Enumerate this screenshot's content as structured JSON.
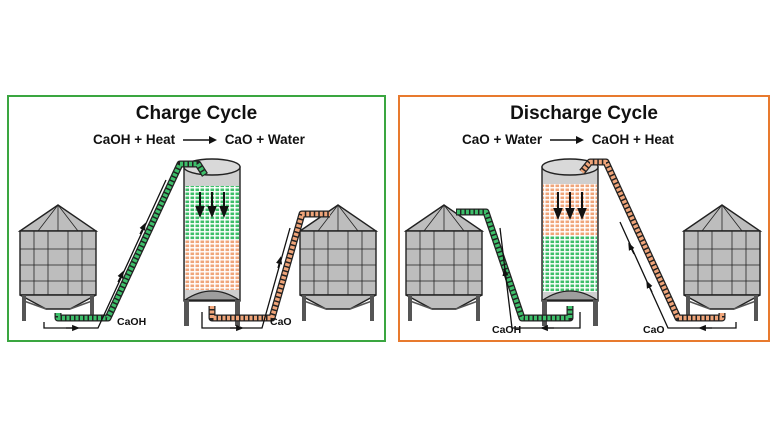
{
  "charge": {
    "title": "Charge Cycle",
    "eq_left": "CaOH + Heat",
    "eq_right": "CaO + Water",
    "label_hydroxide": "CaOH",
    "label_oxide": "CaO",
    "color": "#3aa640"
  },
  "discharge": {
    "title": "Discharge Cycle",
    "eq_left": "CaO + Water",
    "eq_right": "CaOH + Heat",
    "label_hydroxide": "CaOH",
    "label_oxide": "CaO",
    "color": "#e87a2e"
  },
  "colors": {
    "green_material": "#3dbf6a",
    "orange_material": "#f0a57a",
    "silo_gray": "#bdbdbd",
    "outline": "#222222"
  }
}
